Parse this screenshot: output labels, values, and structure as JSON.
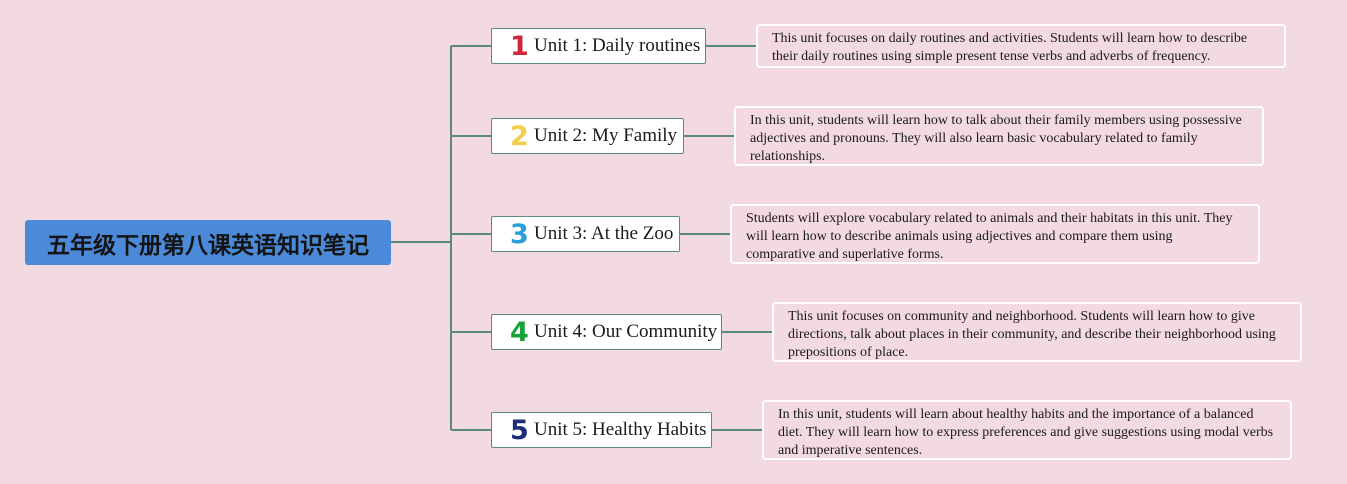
{
  "root": {
    "title": "五年级下册第八课英语知识笔记"
  },
  "units": [
    {
      "number": "1",
      "number_color": "#d2253c",
      "label": "Unit 1: Daily routines",
      "description": "This unit focuses on daily routines and activities. Students will learn how to describe their daily routines using simple present tense verbs and adverbs of frequency."
    },
    {
      "number": "2",
      "number_color": "#f2cf4a",
      "label": "Unit 2: My Family",
      "description": "In this unit, students will learn how to talk about their family members using possessive adjectives and pronouns. They will also learn basic vocabulary related to family relationships."
    },
    {
      "number": "3",
      "number_color": "#2a9ed8",
      "label": "Unit 3: At the Zoo",
      "description": "Students will explore vocabulary related to animals and their habitats in this unit. They will learn how to describe animals using adjectives and compare them using comparative and superlative forms."
    },
    {
      "number": "4",
      "number_color": "#18a33a",
      "label": "Unit 4: Our Community",
      "description": "This unit focuses on community and neighborhood. Students will learn how to give directions, talk about places in their community, and describe their neighborhood using prepositions of place."
    },
    {
      "number": "5",
      "number_color": "#1d2d7a",
      "label": "Unit 5: Healthy Habits",
      "description": "In this unit, students will learn about healthy habits and the importance of a balanced diet. They will learn how to express preferences and give suggestions using modal verbs and imperative sentences."
    }
  ],
  "colors": {
    "background": "#f3d9e0",
    "root_fill": "#4a8ad8",
    "connector": "#5a8a7a"
  }
}
